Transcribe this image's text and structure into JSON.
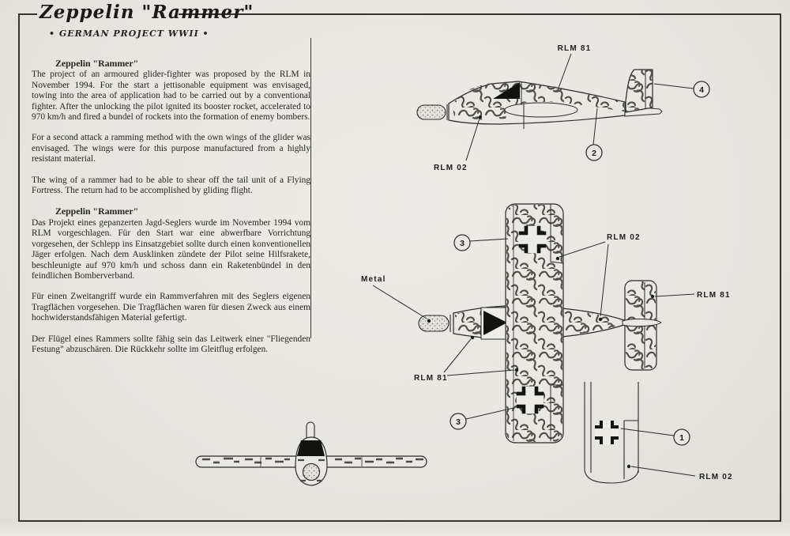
{
  "title": "Zeppelin \"Rammer\"",
  "subtitle": "• GERMAN PROJECT WWII •",
  "english": {
    "heading": "Zeppelin \"Rammer\"",
    "p1": "The project of an armoured glider-fighter was proposed by the RLM in November 1994. For the start a jettisonable equipment was envisaged, towing into the area of application had to be carried out by a conventional fighter. After the unlocking the pilot ignited its booster rocket, accelerated to 970 km/h and fired a bundel of rockets into the formation of enemy bombers.",
    "p2": "For a second attack a ramming method with the own wings of the glider was envisaged. The wings were for this purpose manufactured from a highly resistant material.",
    "p3": "The wing of a rammer had to be able to shear off the tail unit of a Flying Fortress. The return had to be accomplished by gliding flight."
  },
  "german": {
    "heading": "Zeppelin \"Rammer\"",
    "p1": "Das Projekt eines gepanzerten Jagd-Seglers wurde im November 1994 vom RLM vorgeschlagen. Für den Start war eine abwerfbare Vorrichtung vorgesehen, der Schlepp ins Einsatzgebiet sollte durch einen konventionellen Jäger erfolgen. Nach dem Ausklinken zündete der Pilot seine Hilfsrakete, beschleunigte auf 970 km/h und schoss dann ein Raketenbündel in den feindlichen Bomberverband.",
    "p2": "Für einen Zweitangriff wurde ein Rammverfahren mit des Seglers eigenen Tragflächen vorgesehen. Die Tragflächen waren für diesen Zweck aus einem hochwiderstandsfähigen Material gefertigt.",
    "p3": "Der Flügel eines Rammers sollte fähig sein das Leitwerk einer \"Fliegenden Festung\" abzuschären. Die Rückkehr sollte im Gleitflug erfolgen."
  },
  "labels": {
    "rlm81": "RLM 81",
    "rlm02": "RLM 02",
    "metal": "Metal",
    "callout1": "1",
    "callout2": "2",
    "callout3": "3",
    "callout4": "4"
  },
  "colors": {
    "paper": "#e8e6e1",
    "ink": "#2b2a28",
    "camo": "#514f49"
  }
}
